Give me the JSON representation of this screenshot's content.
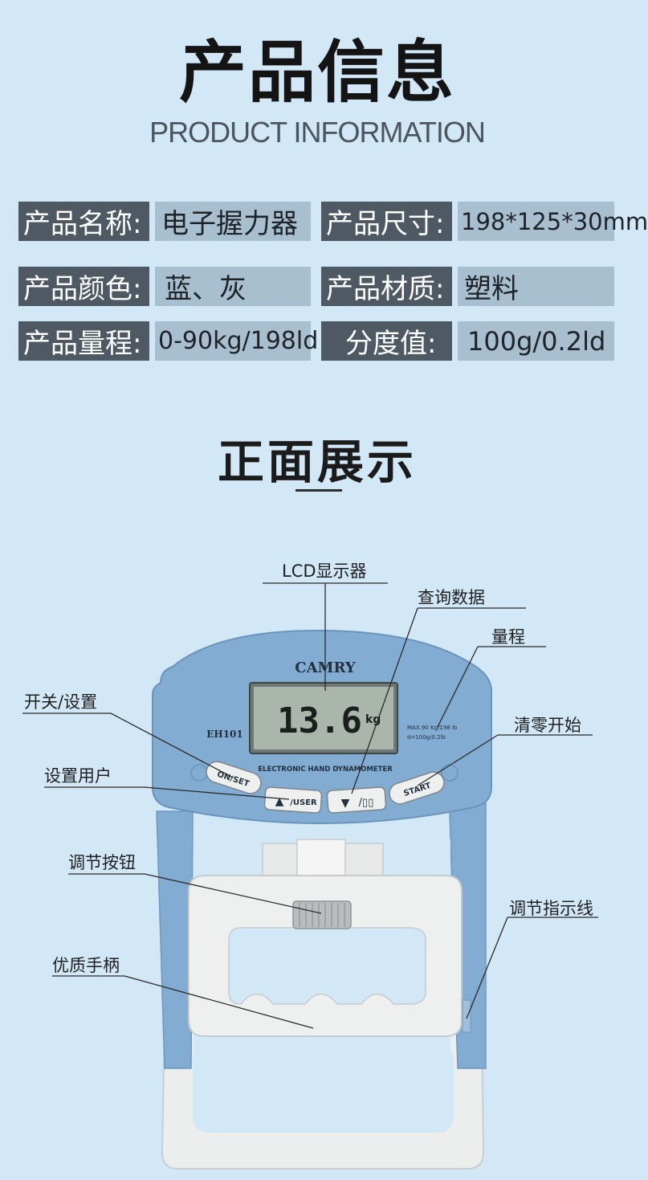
{
  "header": {
    "title_cn": "产品信息",
    "title_en": "PRODUCT INFORMATION"
  },
  "specs": [
    {
      "label": "产品名称:",
      "value": "电子握力器"
    },
    {
      "label": "产品尺寸:",
      "value": "198*125*30mm"
    },
    {
      "label": "产品颜色:",
      "value": "蓝、灰"
    },
    {
      "label": "产品材质:",
      "value": "塑料"
    },
    {
      "label": "产品量程:",
      "value": "0-90kg/198ld"
    },
    {
      "label": "分度值:",
      "value": "100g/0.2ld"
    }
  ],
  "front": {
    "title": "正面展示"
  },
  "device": {
    "brand": "CAMRY",
    "model": "EH101",
    "reading": "13.6",
    "unit": "kg",
    "spec_line1": "MAX.90 Kg/198 lb",
    "spec_line2": "d=100g/0.2lb",
    "caption": "ELECTRONIC HAND DYNAMOMETER",
    "buttons": {
      "on_set": "ON/SET",
      "user": "/USER",
      "start": "START"
    }
  },
  "callouts": {
    "lcd": "LCD显示器",
    "query": "查询数据",
    "range": "量程",
    "onoff": "开关/设置",
    "reset": "清零开始",
    "set_user": "设置用户",
    "knob": "调节按钮",
    "indicator": "调节指示线",
    "handle": "优质手柄"
  },
  "colors": {
    "background": "#d3e8f7",
    "label_bg": "#4f5963",
    "value_bg": "#a8bfd0",
    "device_blue": "#82acd1",
    "device_white": "#eef0ef"
  }
}
